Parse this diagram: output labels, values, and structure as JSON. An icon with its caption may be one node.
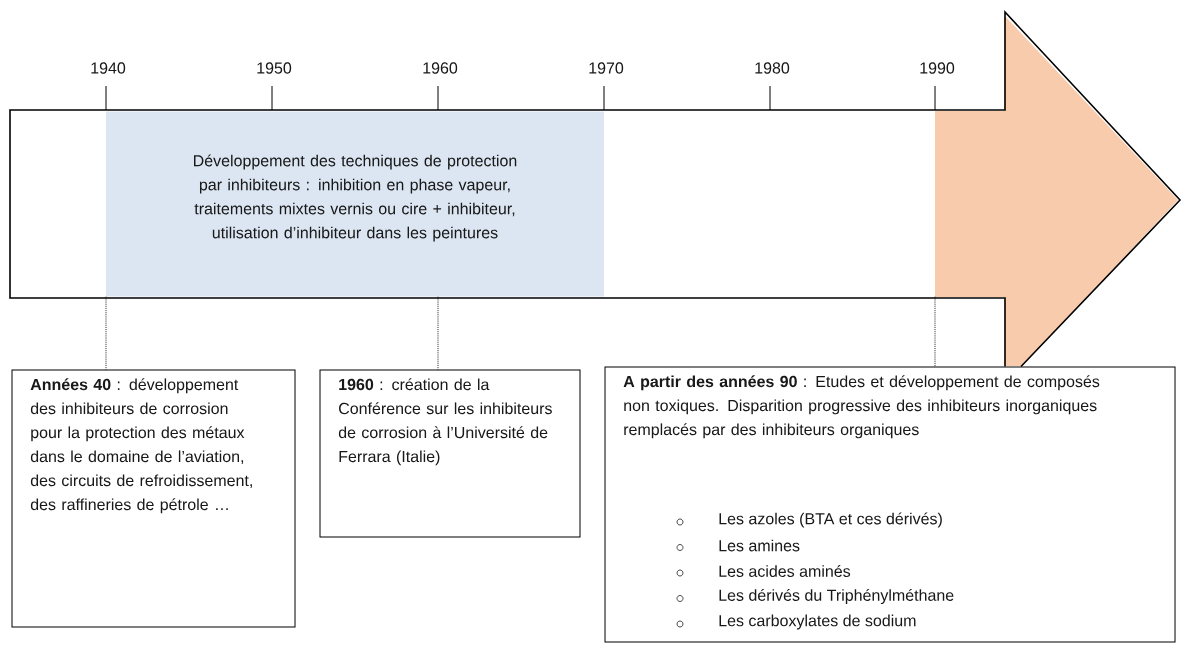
{
  "diagram": {
    "nodes": [
      {
        "text": [],
        "shape": "arrow"
      },
      {
        "text": [
          "Développement des techniques de protection par inhibiteurs : inhibition en phase vapeur, traitements mixtes vernis ou cire + inhibiteur, utilisation d’inhibiteur dans les peintures"
        ],
        "in": 0
      },
      {
        "text": [],
        "shape": "box",
        "in": 0
      },
      {
        "text": [
          "**Années 40** : développement des inhibiteurs de corrosion pour la protection des métaux dans le domaine de l’aviation, des circuits de refroidissement, des raffineries de pétrole …"
        ]
      },
      {
        "text": [
          "**1960** : création de la Conférence sur les inhibiteurs de corrosion à l’Université de Ferrara (Italie)"
        ]
      },
      {
        "text": [
          "**A partir des années 90** : Etudes et développement de composés non toxiques. Disparition progressive des inhibiteurs inorganiques remplacés par des inhibiteurs organiques",
          "Les azoles (BTA et ces dérivés)",
          "Les amines",
          "Les acides aminés",
          "Les dérivés du Triphénylméthane",
          "Les carboxylates de sodium"
        ]
      }
    ],
    "edges": [
      {
        "from": 1,
        "to": 3,
        "arrow": "none",
        "style": "dashed"
      },
      {
        "from": 1,
        "to": 4,
        "arrow": "none",
        "style": "dashed"
      },
      {
        "from": 2,
        "to": 5,
        "arrow": "none",
        "style": "dashed"
      }
    ],
    "labels": [
      "1940",
      "1950",
      "1960",
      "1970",
      "1980",
      "1990"
    ]
  }
}
